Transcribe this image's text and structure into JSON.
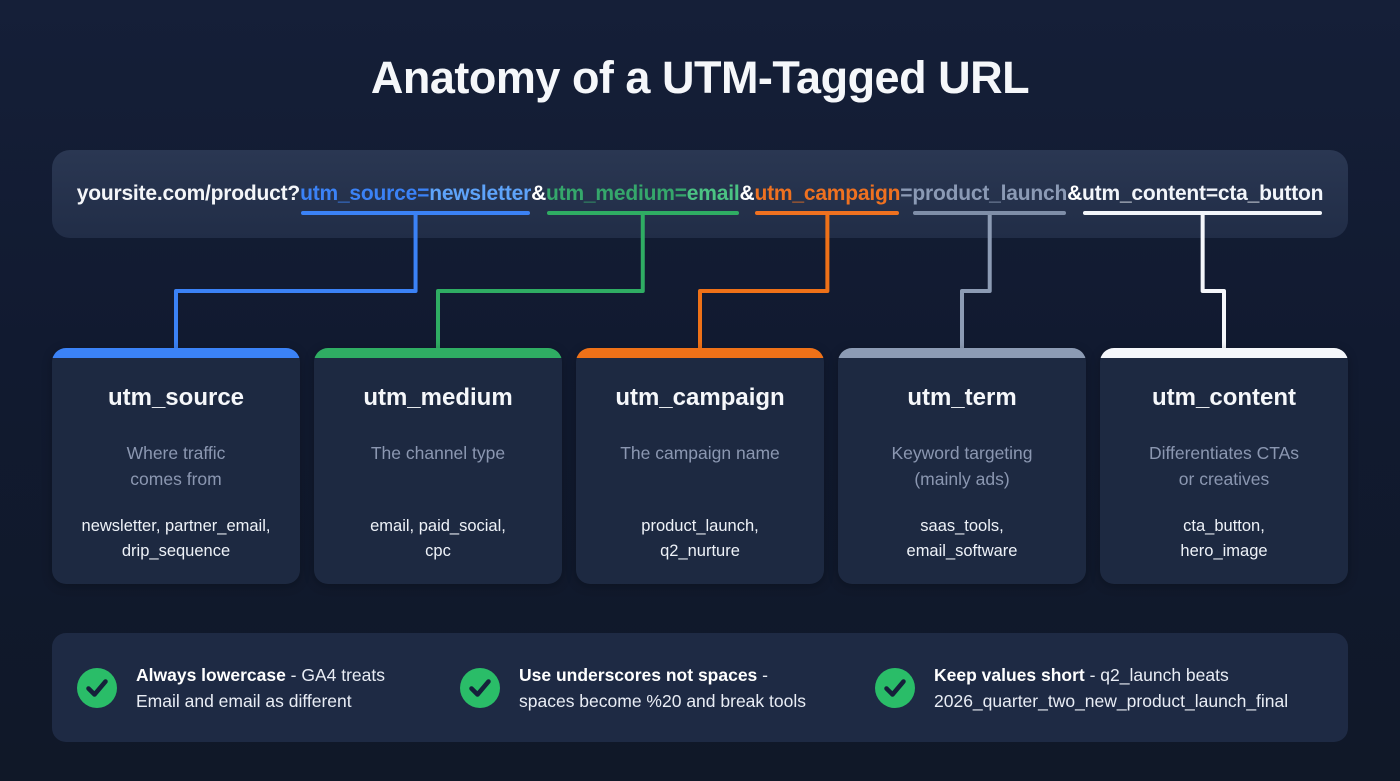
{
  "title": "Anatomy of a UTM-Tagged URL",
  "url": {
    "groups": [
      {
        "key": null,
        "parts": [
          {
            "text": "yoursite.com/product?",
            "style": "base"
          }
        ]
      },
      {
        "key": "source",
        "parts": [
          {
            "text": "utm_source",
            "style": "source-key"
          },
          {
            "text": "=",
            "style": "source-key"
          },
          {
            "text": "newsletter",
            "style": "source-val"
          }
        ]
      },
      {
        "key": null,
        "parts": [
          {
            "text": "&",
            "style": "amp"
          }
        ]
      },
      {
        "key": "medium",
        "parts": [
          {
            "text": "utm_medium",
            "style": "medium-key"
          },
          {
            "text": "=",
            "style": "medium-key"
          },
          {
            "text": "email",
            "style": "medium-val"
          }
        ]
      },
      {
        "key": null,
        "parts": [
          {
            "text": "&",
            "style": "amp"
          }
        ]
      },
      {
        "key": "campaign",
        "parts": [
          {
            "text": "utm_campaign",
            "style": "campaign-key"
          }
        ]
      },
      {
        "key": null,
        "parts": [
          {
            "text": "=",
            "style": "term-val"
          }
        ]
      },
      {
        "key": "term",
        "parts": [
          {
            "text": "product_launch",
            "style": "term-val"
          }
        ]
      },
      {
        "key": null,
        "parts": [
          {
            "text": "&",
            "style": "amp"
          }
        ]
      },
      {
        "key": "content",
        "parts": [
          {
            "text": "utm_content=cta_button",
            "style": "content-val"
          }
        ]
      }
    ]
  },
  "cards": [
    {
      "name": "utm_source",
      "accent": "#3b82f6",
      "description": [
        "Where traffic",
        "comes from"
      ],
      "examples": [
        "newsletter, partner_email,",
        "drip_sequence"
      ]
    },
    {
      "name": "utm_medium",
      "accent": "#2fad63",
      "description": [
        "The channel type"
      ],
      "examples": [
        "email, paid_social,",
        "cpc"
      ]
    },
    {
      "name": "utm_campaign",
      "accent": "#ee7118",
      "description": [
        "The campaign name"
      ],
      "examples": [
        "product_launch,",
        "q2_nurture"
      ]
    },
    {
      "name": "utm_term",
      "accent": "#8c9bb4",
      "description": [
        "Keyword targeting",
        "(mainly ads)"
      ],
      "examples": [
        "saas_tools,",
        "email_software"
      ]
    },
    {
      "name": "utm_content",
      "accent": "#f4f6fa",
      "description": [
        "Differentiates CTAs",
        "or creatives"
      ],
      "examples": [
        "cta_button,",
        "hero_image"
      ]
    }
  ],
  "tips": [
    {
      "icon": "check-icon",
      "bold": "Always lowercase",
      "rest": " - GA4 treats",
      "line2": "Email and email as different"
    },
    {
      "icon": "check-icon",
      "bold": "Use underscores not spaces",
      "rest": " -",
      "line2": "spaces become %20 and break tools"
    },
    {
      "icon": "check-icon",
      "bold": "Keep values short",
      "rest": " - q2_launch beats",
      "line2": "2026_quarter_two_new_product_launch_final"
    }
  ],
  "colors": {
    "page_bg": "#111a30",
    "card_bg": "#1d2941",
    "tips_bg": "#1e2a44",
    "url_base": "#f4f6f9",
    "amp": "#ffffff",
    "source_key": "#3b82f6",
    "source_val": "#5ea3f9",
    "medium_key": "#35a76b",
    "medium_val": "#4bc383",
    "campaign_key": "#ef7120",
    "term_val": "#8b9ab5",
    "content_val": "#f2f5fa",
    "check_green": "#2abd68",
    "check_stroke": "#15203a",
    "desc_text": "#8b97b1",
    "example_text": "#eef2f8"
  }
}
